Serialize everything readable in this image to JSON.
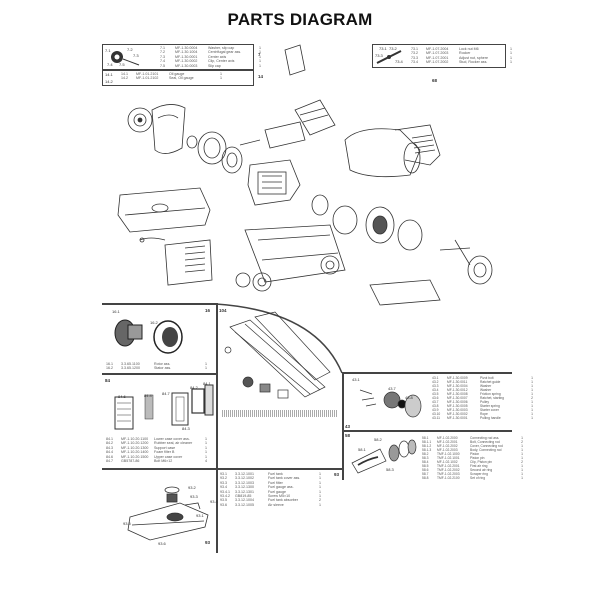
{
  "page": {
    "title": "PARTS DIAGRAM"
  },
  "callouts": {
    "box7": {
      "ref": "7",
      "items": [
        {
          "no": "7.1",
          "code": "MF-1.30.0004",
          "name": "Washer, slip cap",
          "qty": "1"
        },
        {
          "no": "7.2",
          "code": "MF-1.30.1004",
          "name": "Centrifugal gear ass.",
          "qty": "1"
        },
        {
          "no": "7.3",
          "code": "MF-1.30.0001",
          "name": "Center axis",
          "qty": "1"
        },
        {
          "no": "7.4",
          "code": "MF-1.30.0002",
          "name": "Clip, Center axis",
          "qty": "1"
        },
        {
          "no": "7.5",
          "code": "MF-1.30.0003",
          "name": "Slip cap",
          "qty": "1"
        }
      ]
    },
    "box14": {
      "ref": "14",
      "items": [
        {
          "no": "14.1",
          "code": "MF-1.01.2101",
          "name": "Oil gauge",
          "qty": "1"
        },
        {
          "no": "14.2",
          "code": "MF-1.01.2102",
          "name": "Seal, Oil gauge",
          "qty": "1"
        }
      ]
    },
    "box68": {
      "ref": "68",
      "items": [
        {
          "no": "73.1",
          "code": "MF-1.07.2004",
          "name": "Lock nut M6",
          "qty": "1"
        },
        {
          "no": "73.2",
          "code": "MF-1.07.2003",
          "name": "Rocker",
          "qty": "1"
        },
        {
          "no": "73.3",
          "code": "MF-1.07.2001",
          "name": "Adjust nut, sphere",
          "qty": "1"
        },
        {
          "no": "73.4",
          "code": "MF-1.07.2002",
          "name": "Stud, Rocker ass.",
          "qty": "1"
        }
      ]
    },
    "box16": {
      "ref": "16",
      "items": [
        {
          "no": "16.1",
          "code": "3.3.65.1100",
          "name": "Rotor ass.",
          "qty": "1"
        },
        {
          "no": "16.2",
          "code": "3.3.65.1200",
          "name": "Stator ass.",
          "qty": "1"
        }
      ]
    },
    "box84": {
      "ref": "84",
      "items": [
        {
          "no": "84.1",
          "code": "MF-1.10.20.1100",
          "name": "Lower case cover ass.",
          "qty": "1"
        },
        {
          "no": "84.2",
          "code": "MF-1.10.20.1200",
          "name": "Rubber seal, air cleaner",
          "qty": "1"
        },
        {
          "no": "84.3",
          "code": "MF-1.10.20.1300",
          "name": "Support case",
          "qty": "1"
        },
        {
          "no": "84.4",
          "code": "MF-1.10.20.1400",
          "name": "Foam filter B",
          "qty": "1"
        },
        {
          "no": "84.6",
          "code": "MF-1.10.20.1500",
          "name": "Upper case cover",
          "qty": "1"
        },
        {
          "no": "84.7",
          "code": "GB5787-86",
          "name": "Bolt M6×12",
          "qty": "4"
        }
      ]
    },
    "box104": {
      "ref": "104"
    },
    "box93": {
      "ref": "93",
      "items": [
        {
          "no": "93.1",
          "code": "3.3.12.1001",
          "name": "Fuel tank",
          "qty": "1"
        },
        {
          "no": "93.2",
          "code": "3.3.12.1002",
          "name": "Fuel tank cover ass.",
          "qty": "1"
        },
        {
          "no": "93.3",
          "code": "3.3.12.1003",
          "name": "Fuel filter",
          "qty": "1"
        },
        {
          "no": "93.4",
          "code": "3.3.12.1300",
          "name": "Fuel gauge ass.",
          "qty": "1"
        },
        {
          "no": "93.4.1",
          "code": "3.3.12.1301",
          "name": "Fuel gauge",
          "qty": "1"
        },
        {
          "no": "93.4.2",
          "code": "GB819-85",
          "name": "Screw M5×10",
          "qty": "1"
        },
        {
          "no": "93.5",
          "code": "3.3.12.1004",
          "name": "Fuel tank absorber",
          "qty": "2"
        },
        {
          "no": "93.6",
          "code": "3.3.12.1005",
          "name": "Air sleeve",
          "qty": "1"
        }
      ]
    },
    "box43": {
      "ref": "43",
      "items": [
        {
          "no": "43.1",
          "code": "MF-1.30.0009",
          "name": "Pivot bolt",
          "qty": "1"
        },
        {
          "no": "43.2",
          "code": "MF-1.30.0011",
          "name": "Ratchet guide",
          "qty": "1"
        },
        {
          "no": "43.3",
          "code": "MF-1.30.0004",
          "name": "Washer",
          "qty": "1"
        },
        {
          "no": "43.4",
          "code": "MF-1.30.0012",
          "name": "Washer",
          "qty": "1"
        },
        {
          "no": "43.5",
          "code": "MF-1.30.0008",
          "name": "Friction spring",
          "qty": "1"
        },
        {
          "no": "43.6",
          "code": "MF-1.30.0007",
          "name": "Ratchet, starting",
          "qty": "2"
        },
        {
          "no": "43.7",
          "code": "MF-1.30.0006",
          "name": "Pulley",
          "qty": "1"
        },
        {
          "no": "43.8",
          "code": "MF-1.30.0005",
          "name": "Starter spring",
          "qty": "1"
        },
        {
          "no": "43.9",
          "code": "MF-1.30.0003",
          "name": "Starter cover",
          "qty": "1"
        },
        {
          "no": "43.10",
          "code": "MF-1.30.0002",
          "name": "Rope",
          "qty": "1"
        },
        {
          "no": "43.11",
          "code": "MF-1.30.0001",
          "name": "Pulling handle",
          "qty": "1"
        }
      ]
    },
    "box58": {
      "ref": "58",
      "items": [
        {
          "no": "58.1",
          "code": "MF-1.02.2000",
          "name": "Connecting rod ass.",
          "qty": "1"
        },
        {
          "no": "58.1.1",
          "code": "MF-1.02.2001",
          "name": "Bolt, Connecting rod",
          "qty": "2"
        },
        {
          "no": "58.1.2",
          "code": "MF-1.02.2002",
          "name": "Cover, Connecting rod",
          "qty": "1"
        },
        {
          "no": "58.1.3",
          "code": "MF-1.02.2003",
          "name": "Body, Connecting rod",
          "qty": "1"
        },
        {
          "no": "58.2",
          "code": "TMF-1.02.1000",
          "name": "Piston",
          "qty": "1"
        },
        {
          "no": "58.3",
          "code": "TMF-1.02.1001",
          "name": "Piston pin",
          "qty": "1"
        },
        {
          "no": "58.4",
          "code": "MF-1.02.1002",
          "name": "Clip, Piston pin",
          "qty": "2"
        },
        {
          "no": "58.5",
          "code": "TMF-1.02.2001",
          "name": "First air ring",
          "qty": "1"
        },
        {
          "no": "58.6",
          "code": "TMF-1.02.2002",
          "name": "Second air ring",
          "qty": "1"
        },
        {
          "no": "58.7",
          "code": "TMF-1.02.2003",
          "name": "Scraper ring",
          "qty": "1"
        },
        {
          "no": "58.8",
          "code": "TMF-1.02.2100",
          "name": "Set of ring",
          "qty": "1"
        }
      ]
    }
  },
  "labels": {
    "l71": "7.1",
    "l72": "7.2",
    "l73": "7.3",
    "l74": "7.4",
    "l75": "7.5",
    "l141": "14.1",
    "l142": "14.2",
    "l731": "73.1",
    "l732": "73.2",
    "l733": "73.3",
    "l734": "73.4",
    "l161": "16.1",
    "l162": "16.2",
    "l841": "84.1",
    "l842": "84.2",
    "l843": "84.3",
    "l844": "84.4",
    "l846": "84.6",
    "l847": "84.7",
    "l931": "93.1",
    "l932": "93.2",
    "l933": "93.3",
    "l934": "93.4",
    "l935": "93.5",
    "l936": "93.6",
    "l431": "43.1",
    "l437": "43.7",
    "l438": "43.8",
    "l581": "58.1",
    "l582": "58.2",
    "l583": "58.3"
  }
}
